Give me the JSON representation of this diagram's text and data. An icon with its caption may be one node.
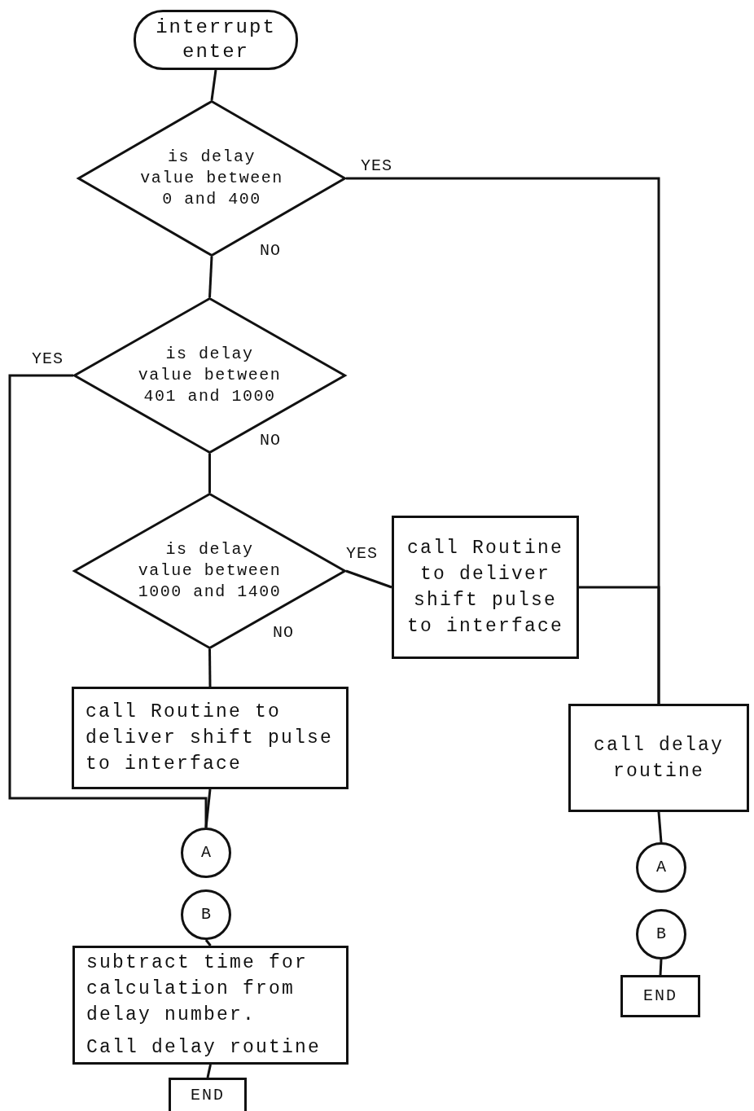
{
  "diagram": {
    "nodes": [
      {
        "text": [
          "interrupt enter"
        ]
      },
      {
        "text": [
          "is delay value between 0 and 400"
        ]
      },
      {
        "text": [
          "is delay value between 401 and 1000"
        ]
      },
      {
        "text": [
          "is delay value between 1000 and 1400"
        ]
      },
      {
        "text": [
          "call Routine to deliver shift pulse to interface"
        ]
      },
      {
        "text": [
          "call Routine to deliver shift pulse to interface"
        ]
      },
      {
        "text": [
          "A"
        ]
      },
      {
        "text": [
          "B"
        ]
      },
      {
        "text": [
          "subtract time for calculation from delay number.",
          "Call delay routine"
        ]
      },
      {
        "text": [
          "END"
        ]
      },
      {
        "text": [
          "call delay routine"
        ]
      },
      {
        "text": [
          "A"
        ]
      },
      {
        "text": [
          "B"
        ]
      },
      {
        "text": [
          "END"
        ]
      }
    ],
    "edges": [
      {
        "from": 0,
        "to": 1,
        "arrow": "none"
      },
      {
        "from": 1,
        "to": 10,
        "arrow": "none",
        "label": "YES"
      },
      {
        "from": 1,
        "to": 2,
        "arrow": "none",
        "label": "NO"
      },
      {
        "from": 2,
        "to": 6,
        "arrow": "none",
        "label": "YES"
      },
      {
        "from": 2,
        "to": 3,
        "arrow": "none",
        "label": "NO"
      },
      {
        "from": 3,
        "to": 4,
        "arrow": "none",
        "label": "YES"
      },
      {
        "from": 3,
        "to": 5,
        "arrow": "none",
        "label": "NO"
      },
      {
        "from": 4,
        "to": 10,
        "arrow": "none"
      },
      {
        "from": 5,
        "to": 6,
        "arrow": "none"
      },
      {
        "from": 7,
        "to": 8,
        "arrow": "none"
      },
      {
        "from": 8,
        "to": 9,
        "arrow": "none"
      },
      {
        "from": 10,
        "to": 11,
        "arrow": "none"
      },
      {
        "from": 12,
        "to": 13,
        "arrow": "none"
      }
    ]
  }
}
